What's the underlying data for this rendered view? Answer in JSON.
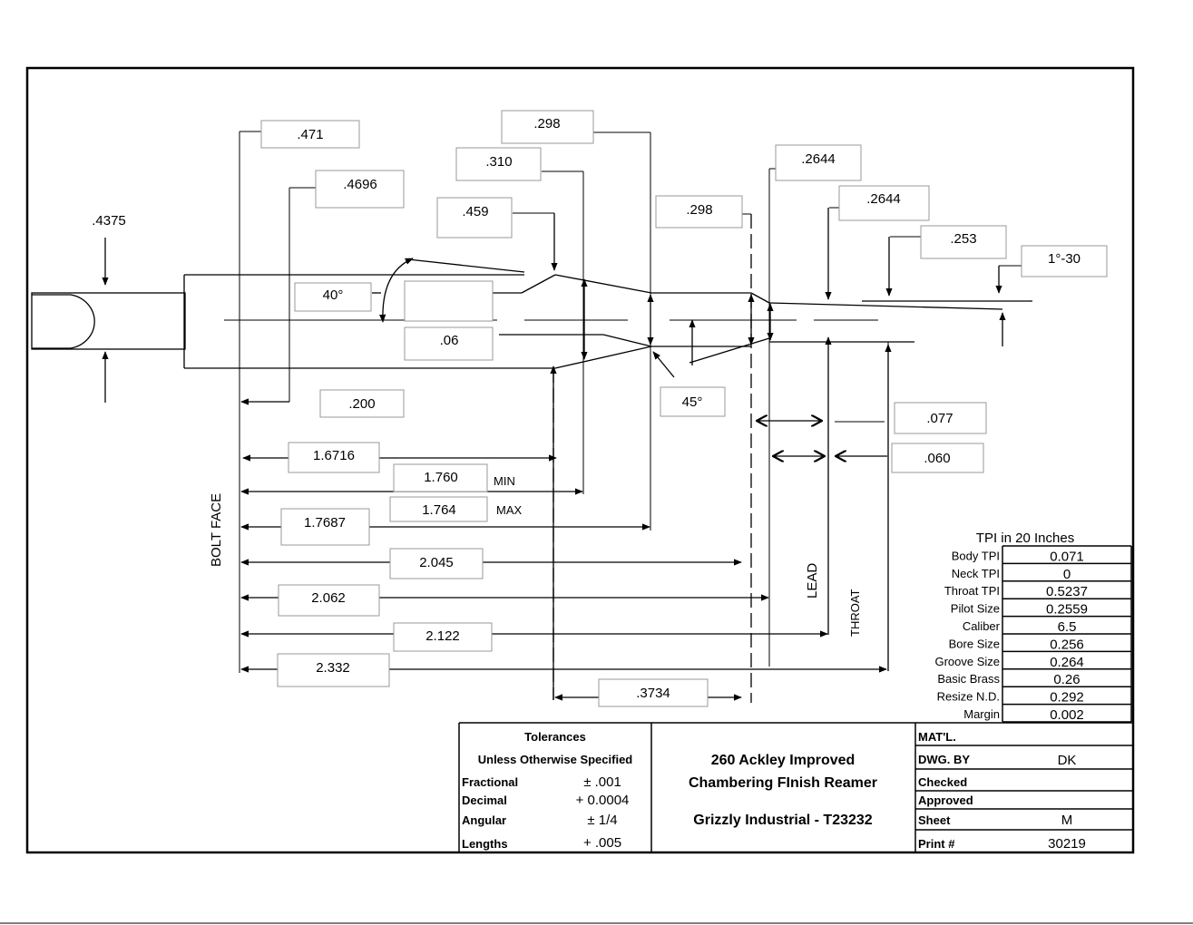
{
  "dimensions": {
    "d_4375": ".4375",
    "d_471": ".471",
    "d_4696": ".4696",
    "d_298_top": ".298",
    "d_310": ".310",
    "d_459": ".459",
    "d_40deg": "40°",
    "d_06": ".06",
    "d_298_mid": ".298",
    "d_2644_a": ".2644",
    "d_2644_b": ".2644",
    "d_253": ".253",
    "d_1deg30": "1°-30",
    "d_200": ".200",
    "d_45deg": "45°",
    "d_077": ".077",
    "d_060": ".060",
    "d_16716": "1.6716",
    "d_1760": "1.760",
    "min_label": "MIN",
    "d_1764": "1.764",
    "max_label": "MAX",
    "d_17687": "1.7687",
    "d_2045": "2.045",
    "d_2062": "2.062",
    "d_2122": "2.122",
    "d_2332": "2.332",
    "d_3734": ".3734"
  },
  "labels": {
    "bolt_face": "BOLT FACE",
    "lead": "LEAD",
    "throat": "THROAT"
  },
  "tpi_table": {
    "title": "TPI in 20 Inches",
    "rows": [
      {
        "label": "Body TPI",
        "value": "0.071"
      },
      {
        "label": "Neck TPI",
        "value": "0"
      },
      {
        "label": "Throat TPI",
        "value": "0.5237"
      },
      {
        "label": "Pilot Size",
        "value": "0.2559"
      },
      {
        "label": "Caliber",
        "value": "6.5"
      },
      {
        "label": "Bore Size",
        "value": "0.256"
      },
      {
        "label": "Groove Size",
        "value": "0.264"
      },
      {
        "label": "Basic Brass",
        "value": "0.26"
      },
      {
        "label": "Resize N.D.",
        "value": "0.292"
      },
      {
        "label": "Margin",
        "value": "0.002"
      }
    ]
  },
  "title_block": {
    "tolerances_title": "Tolerances",
    "tolerances_subtitle": "Unless Otherwise Specified",
    "tolerances": [
      {
        "label": "Fractional",
        "value": "± .001"
      },
      {
        "label": "Decimal",
        "value": "+ 0.0004"
      },
      {
        "label": "Angular",
        "value": "± 1/4"
      },
      {
        "label": "Lengths",
        "value": "+ .005"
      }
    ],
    "part_line1": "260 Ackley Improved",
    "part_line2": "Chambering FInish Reamer",
    "company": "Grizzly Industrial - T23232",
    "matl_label": "MAT'L.",
    "matl_value": "",
    "dwg_by_label": "DWG. BY",
    "dwg_by_value": "DK",
    "checked_label": "Checked",
    "approved_label": "Approved",
    "sheet_label": "Sheet",
    "sheet_value": "M",
    "print_label": "Print #",
    "print_value": "30219"
  }
}
